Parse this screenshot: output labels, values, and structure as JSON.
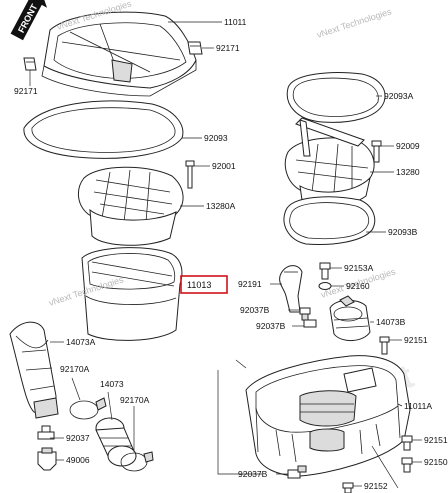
{
  "front_label": "FRONT",
  "watermarks": [
    "vNext Technologies",
    "vNext Technologies",
    "vNext Technologies",
    "vNext Technologies"
  ],
  "watermark_large": "vNext",
  "highlight": {
    "part": "11013",
    "color": "#d0111b"
  },
  "part_numbers": [
    "11011",
    "92171",
    "92171",
    "92093",
    "92001",
    "13280A",
    "11013",
    "14073A",
    "92170A",
    "14073",
    "92170A",
    "92037",
    "49006",
    "92093A",
    "92009",
    "13280",
    "92093B",
    "92191",
    "92153A",
    "92160",
    "92037B",
    "14073B",
    "92037B",
    "92151",
    "11011A",
    "92151",
    "92150",
    "92037B",
    "92152"
  ]
}
